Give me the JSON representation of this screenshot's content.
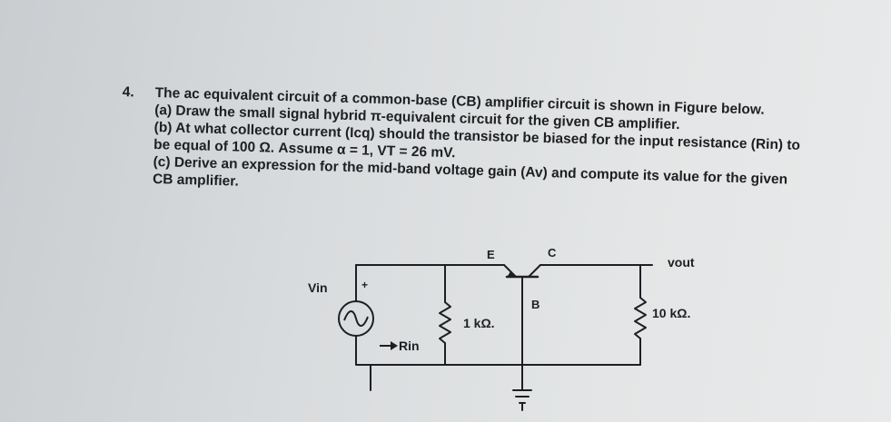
{
  "question": {
    "number": "4.",
    "intro": "The ac equivalent circuit of a common-base (CB) amplifier circuit is shown in Figure below.",
    "part_a": "(a) Draw the small signal hybrid π-equivalent circuit for the given CB amplifier.",
    "part_b_line1": "(b) At what collector current (Icq) should the transistor be biased for the input resistance (Rin) to",
    "part_b_line2": "be equal of 100 Ω. Assume α = 1, VT = 26 mV.",
    "part_c_line1": "(c) Derive an expression for the mid-band voltage gain (Av) and compute its value for the given",
    "part_c_line2": "CB amplifier."
  },
  "circuit": {
    "label_vin": "Vin",
    "label_plus": "+",
    "label_rin": "Rin",
    "label_emitter_resistor": "1 kΩ.",
    "label_e": "E",
    "label_c": "C",
    "label_b": "B",
    "label_vout": "vout",
    "label_load_resistor": "10 kΩ."
  }
}
